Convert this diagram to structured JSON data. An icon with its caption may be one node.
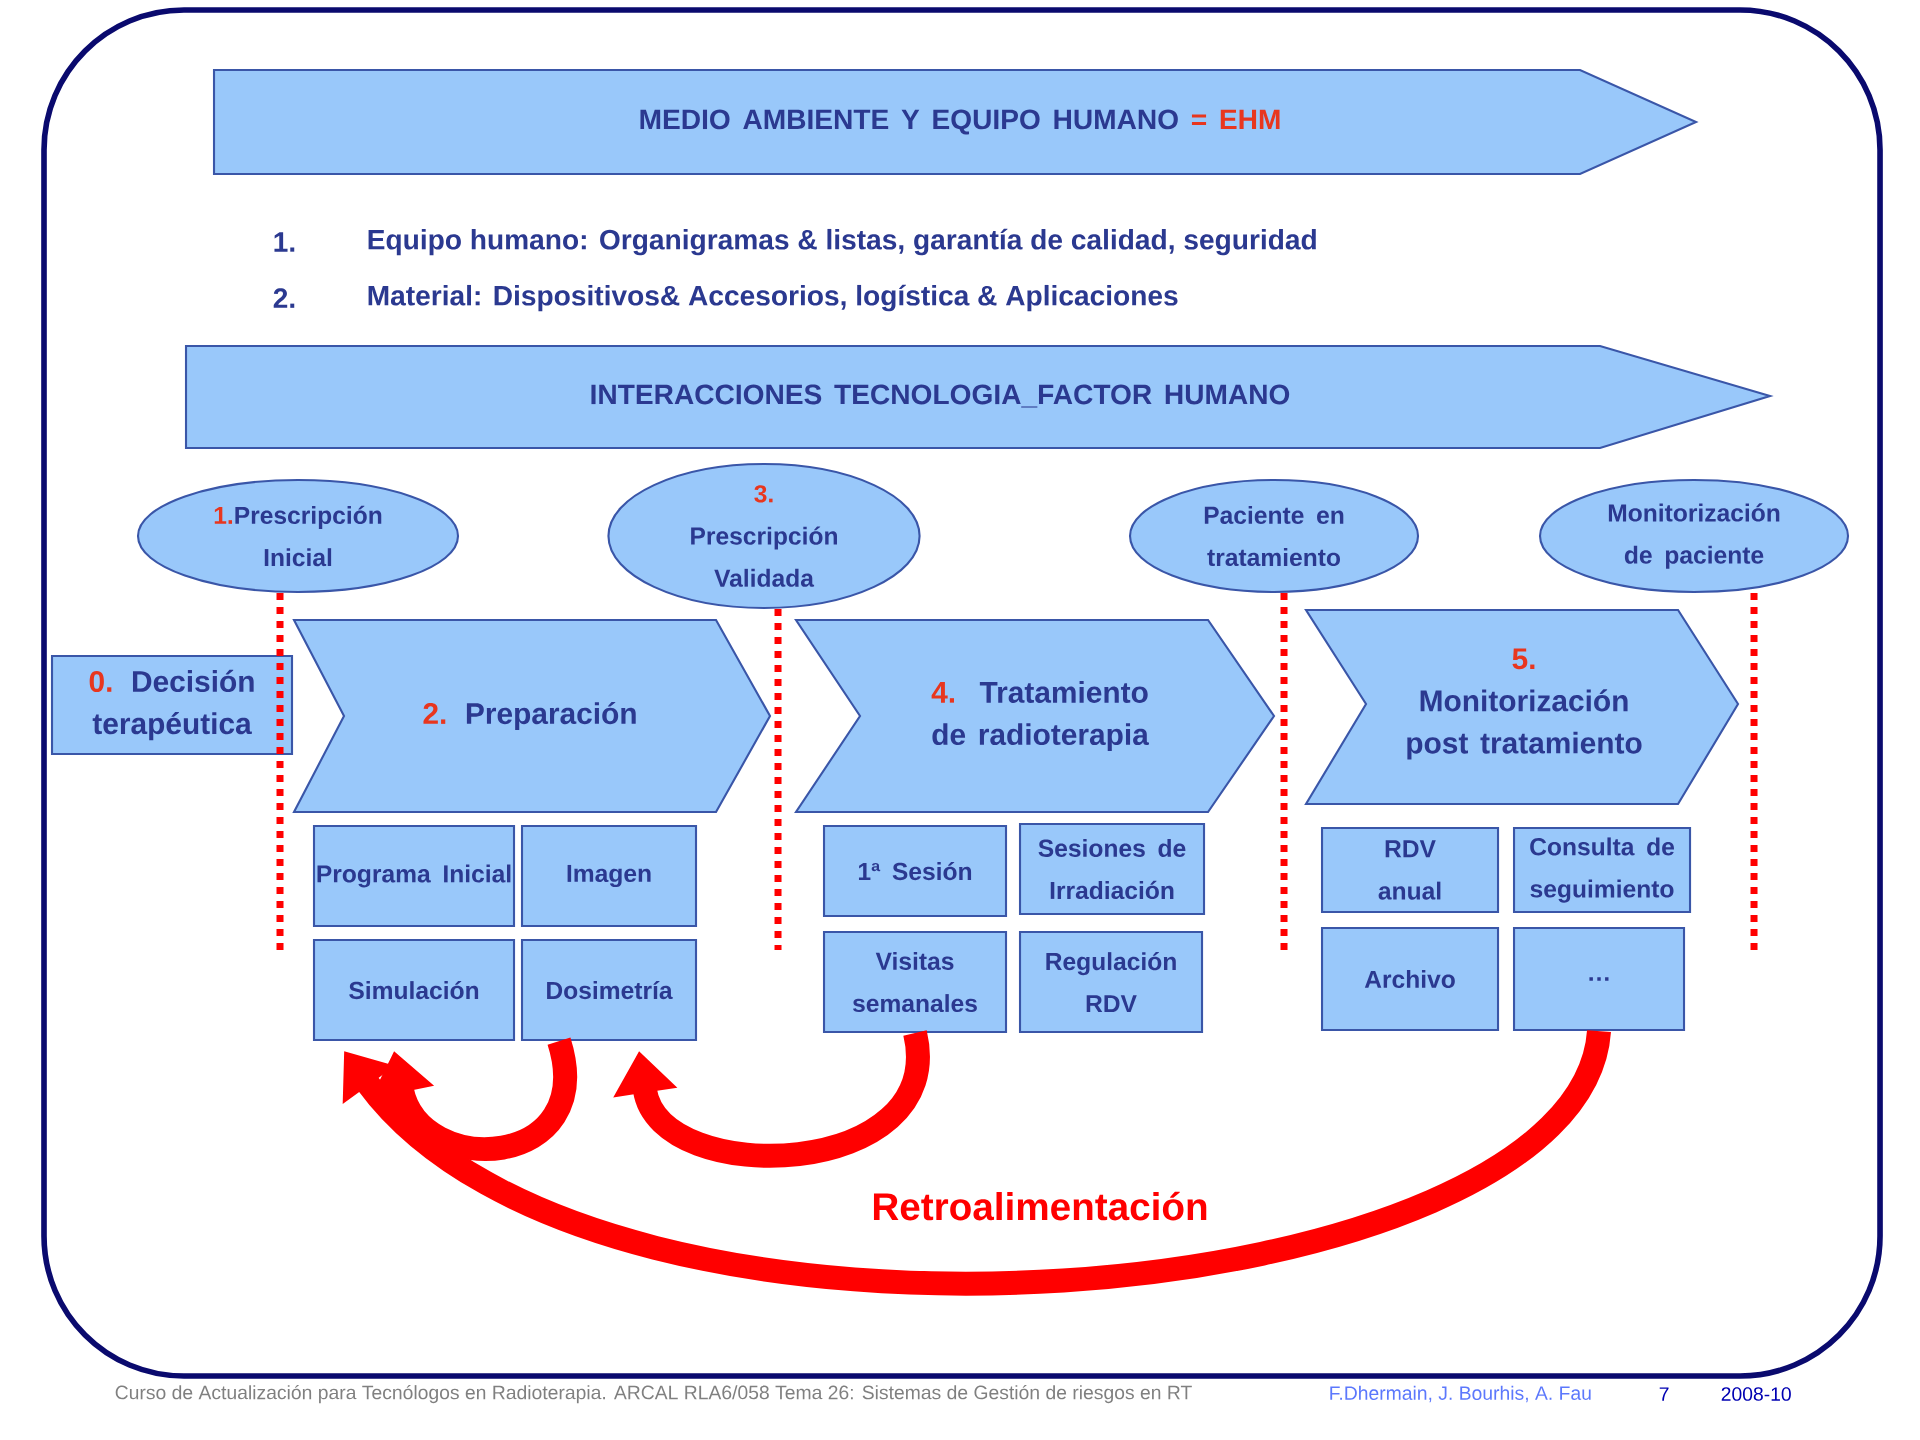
{
  "diagram": {
    "nodes": [
      {
        "text": [
          "MEDIO AMBIENTE Y EQUIPO HUMANO",
          "= EHM"
        ]
      },
      {
        "text": [
          "INTERACCIONES TECNOLOGIA_FACTOR HUMANO"
        ]
      },
      {
        "text": [
          "1.",
          "Prescripción Inicial"
        ]
      },
      {
        "text": [
          "3.",
          "Prescripción Validada"
        ]
      },
      {
        "text": [
          "Paciente en tratamiento"
        ]
      },
      {
        "text": [
          "Monitorización de paciente"
        ]
      },
      {
        "text": [
          "0.",
          "Decisión terapéutica"
        ]
      },
      {
        "text": [
          "2.",
          "Preparación"
        ]
      },
      {
        "text": [
          "4.",
          "Tratamiento de radioterapia"
        ]
      },
      {
        "text": [
          "5.",
          "Monitorización post tratamiento"
        ]
      },
      {
        "text": [
          "Programa Inicial"
        ]
      },
      {
        "text": [
          "Imagen"
        ]
      },
      {
        "text": [
          "Simulación"
        ]
      },
      {
        "text": [
          "Dosimetría"
        ]
      },
      {
        "text": [
          "1ª Sesión"
        ]
      },
      {
        "text": [
          "Sesiones de Irradiación"
        ]
      },
      {
        "text": [
          "Visitas semanales"
        ]
      },
      {
        "text": [
          "Regulación RDV"
        ]
      },
      {
        "text": [
          "RDV anual"
        ]
      },
      {
        "text": [
          "Consulta de seguimiento"
        ]
      },
      {
        "text": [
          "Archivo"
        ]
      },
      {
        "text": [
          "…"
        ]
      }
    ],
    "edges": [
      {
        "from": 21,
        "to": 12,
        "arrow": "to",
        "label": "Retroalimentación",
        "style": "thick"
      },
      {
        "from": 16,
        "to": 13,
        "arrow": "to",
        "style": "thick"
      },
      {
        "from": 13,
        "to": 12,
        "arrow": "to",
        "style": "thick"
      },
      {
        "from": 2,
        "to": null,
        "arrow": "none",
        "style": "dashed"
      },
      {
        "from": 3,
        "to": null,
        "arrow": "none",
        "style": "dashed"
      },
      {
        "from": 4,
        "to": null,
        "arrow": "none",
        "style": "dashed"
      },
      {
        "from": 5,
        "to": null,
        "arrow": "none",
        "style": "dashed"
      }
    ],
    "labels": [
      "1.",
      "Equipo humano: Organigramas & listas, garantía de calidad, seguridad",
      "2.",
      "Material: Dispositivos& Accesorios, logística & Aplicaciones",
      "Curso de Actualización para Tecnólogos en Radioterapia.  ARCAL RLA6/058 Tema 26: Sistemas de Gestión de riesgos en RT",
      "F.Dhermain, J. Bourhis, A. Fau",
      "7",
      "2008-10"
    ]
  }
}
